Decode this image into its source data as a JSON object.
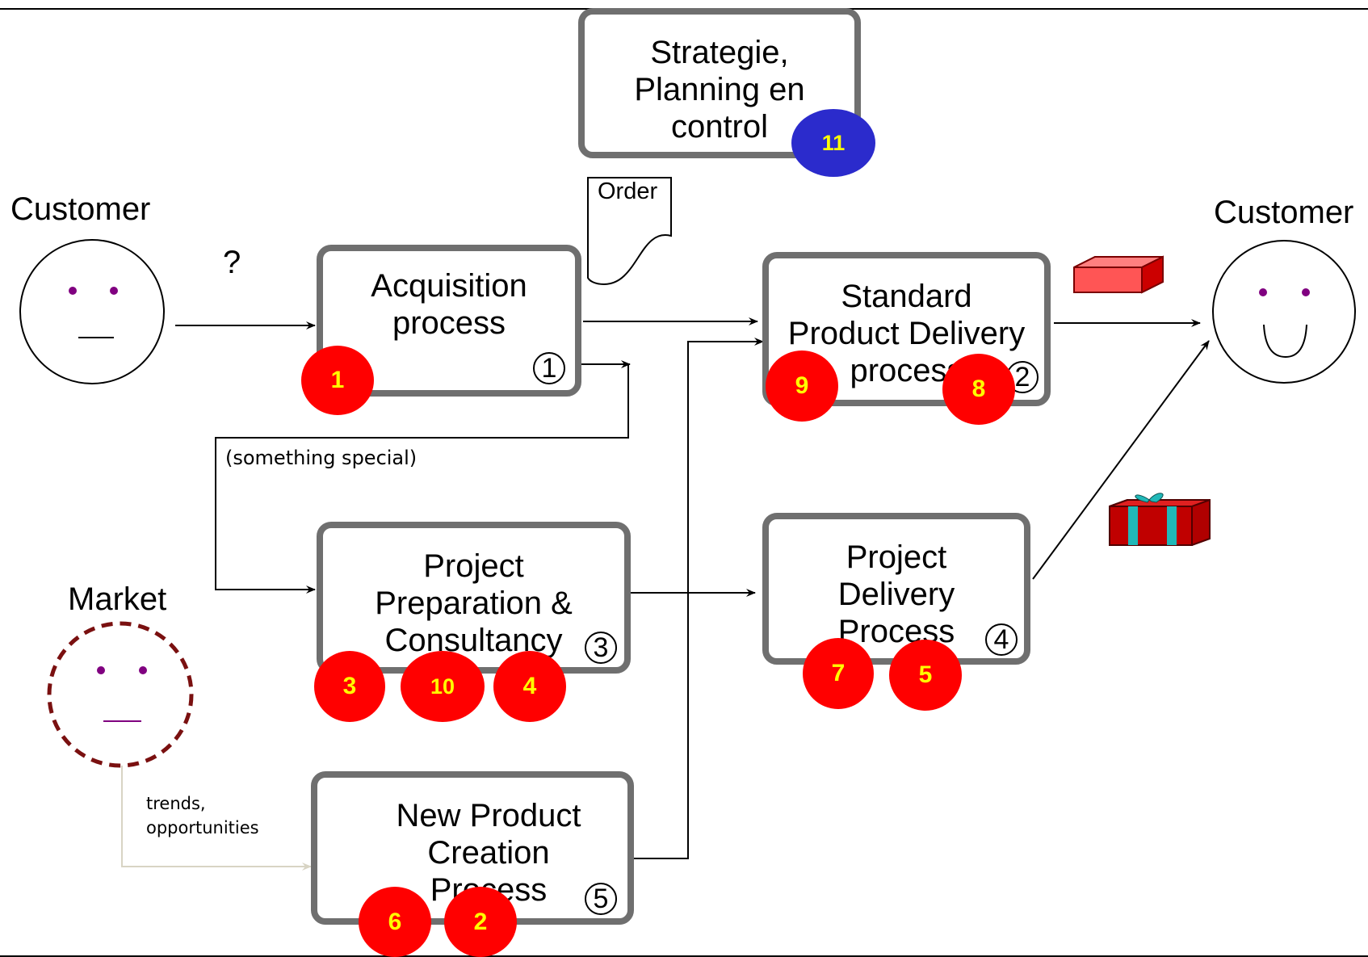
{
  "actors": {
    "customer_left": "Customer",
    "customer_right": "Customer",
    "market": "Market",
    "question_mark": "?"
  },
  "processes": {
    "strategy": {
      "label": "Strategie,\nPlanning en\ncontrol"
    },
    "acquisition": {
      "label": "Acquisition\nprocess",
      "number": "1"
    },
    "standard_delivery": {
      "label": "Standard\nProduct Delivery\nprocess",
      "number": "2"
    },
    "project_prep": {
      "label": "Project\nPreparation &\nConsultancy",
      "number": "3"
    },
    "project_delivery": {
      "label": "Project\nDelivery\nProcess",
      "number": "4"
    },
    "new_product": {
      "label": "New Product\nCreation\nProcess",
      "number": "5"
    }
  },
  "connector_labels": {
    "order": "Order",
    "something_special": "(something special)",
    "trends": "trends,\nopportunities"
  },
  "badges": {
    "b1": "1",
    "b2": "2",
    "b3": "3",
    "b4": "4",
    "b5": "5",
    "b6": "6",
    "b7": "7",
    "b8": "8",
    "b9": "9",
    "b10": "10",
    "b11": "11"
  },
  "colors": {
    "badge_red": "#ff0000",
    "badge_blue": "#2b2bcc",
    "badge_text": "#ffff00",
    "box_border": "#6f6f6f",
    "market_dashed": "#7a1010"
  },
  "icons": [
    "handshake-icon",
    "red-box-icon",
    "gift-box-icon",
    "thinking-man-icon",
    "order-document-icon"
  ]
}
